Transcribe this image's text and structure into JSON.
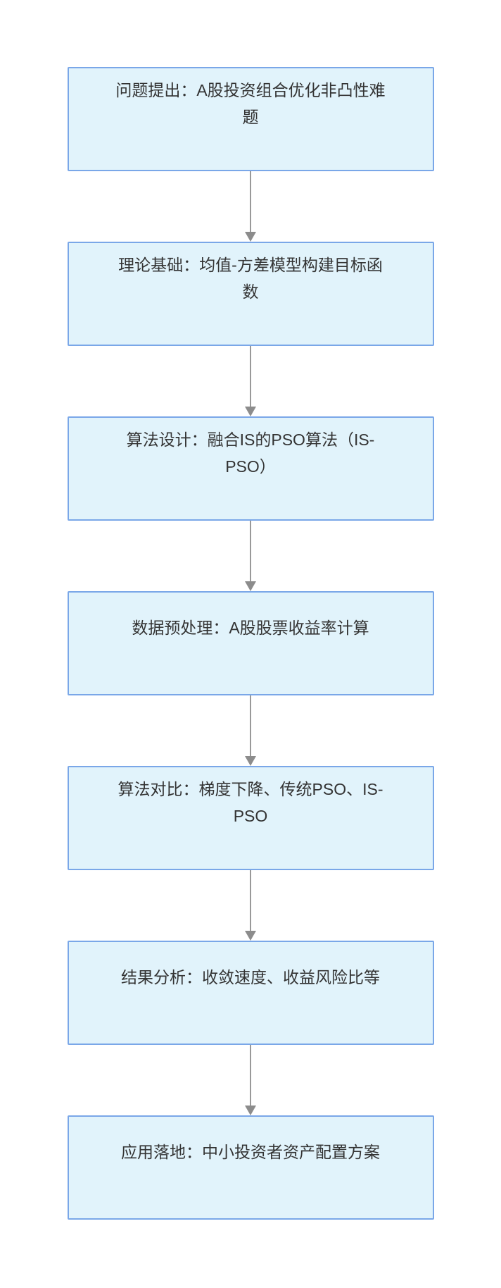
{
  "colors": {
    "background": "#ffffff",
    "node_fill": "#e1f3fb",
    "node_border": "#7aa7e8",
    "arrow_shaft": "#999999",
    "arrow_head": "#8c8c8c",
    "text": "#333333"
  },
  "flowchart": {
    "type": "flowchart-top-down",
    "nodes": [
      {
        "id": "step-1",
        "label": "问题提出：A股投资组合优化非凸性难题"
      },
      {
        "id": "step-2",
        "label": "理论基础：均值-方差模型构建目标函数"
      },
      {
        "id": "step-3",
        "label": "算法设计：融合IS的PSO算法（IS-PSO）"
      },
      {
        "id": "step-4",
        "label": "数据预处理：A股股票收益率计算"
      },
      {
        "id": "step-5",
        "label": "算法对比：梯度下降、传统PSO、IS-PSO"
      },
      {
        "id": "step-6",
        "label": "结果分析：收敛速度、收益风险比等"
      },
      {
        "id": "step-7",
        "label": "应用落地：中小投资者资产配置方案"
      }
    ],
    "edges": [
      {
        "from": "step-1",
        "to": "step-2"
      },
      {
        "from": "step-2",
        "to": "step-3"
      },
      {
        "from": "step-3",
        "to": "step-4"
      },
      {
        "from": "step-4",
        "to": "step-5"
      },
      {
        "from": "step-5",
        "to": "step-6"
      },
      {
        "from": "step-6",
        "to": "step-7"
      }
    ]
  }
}
